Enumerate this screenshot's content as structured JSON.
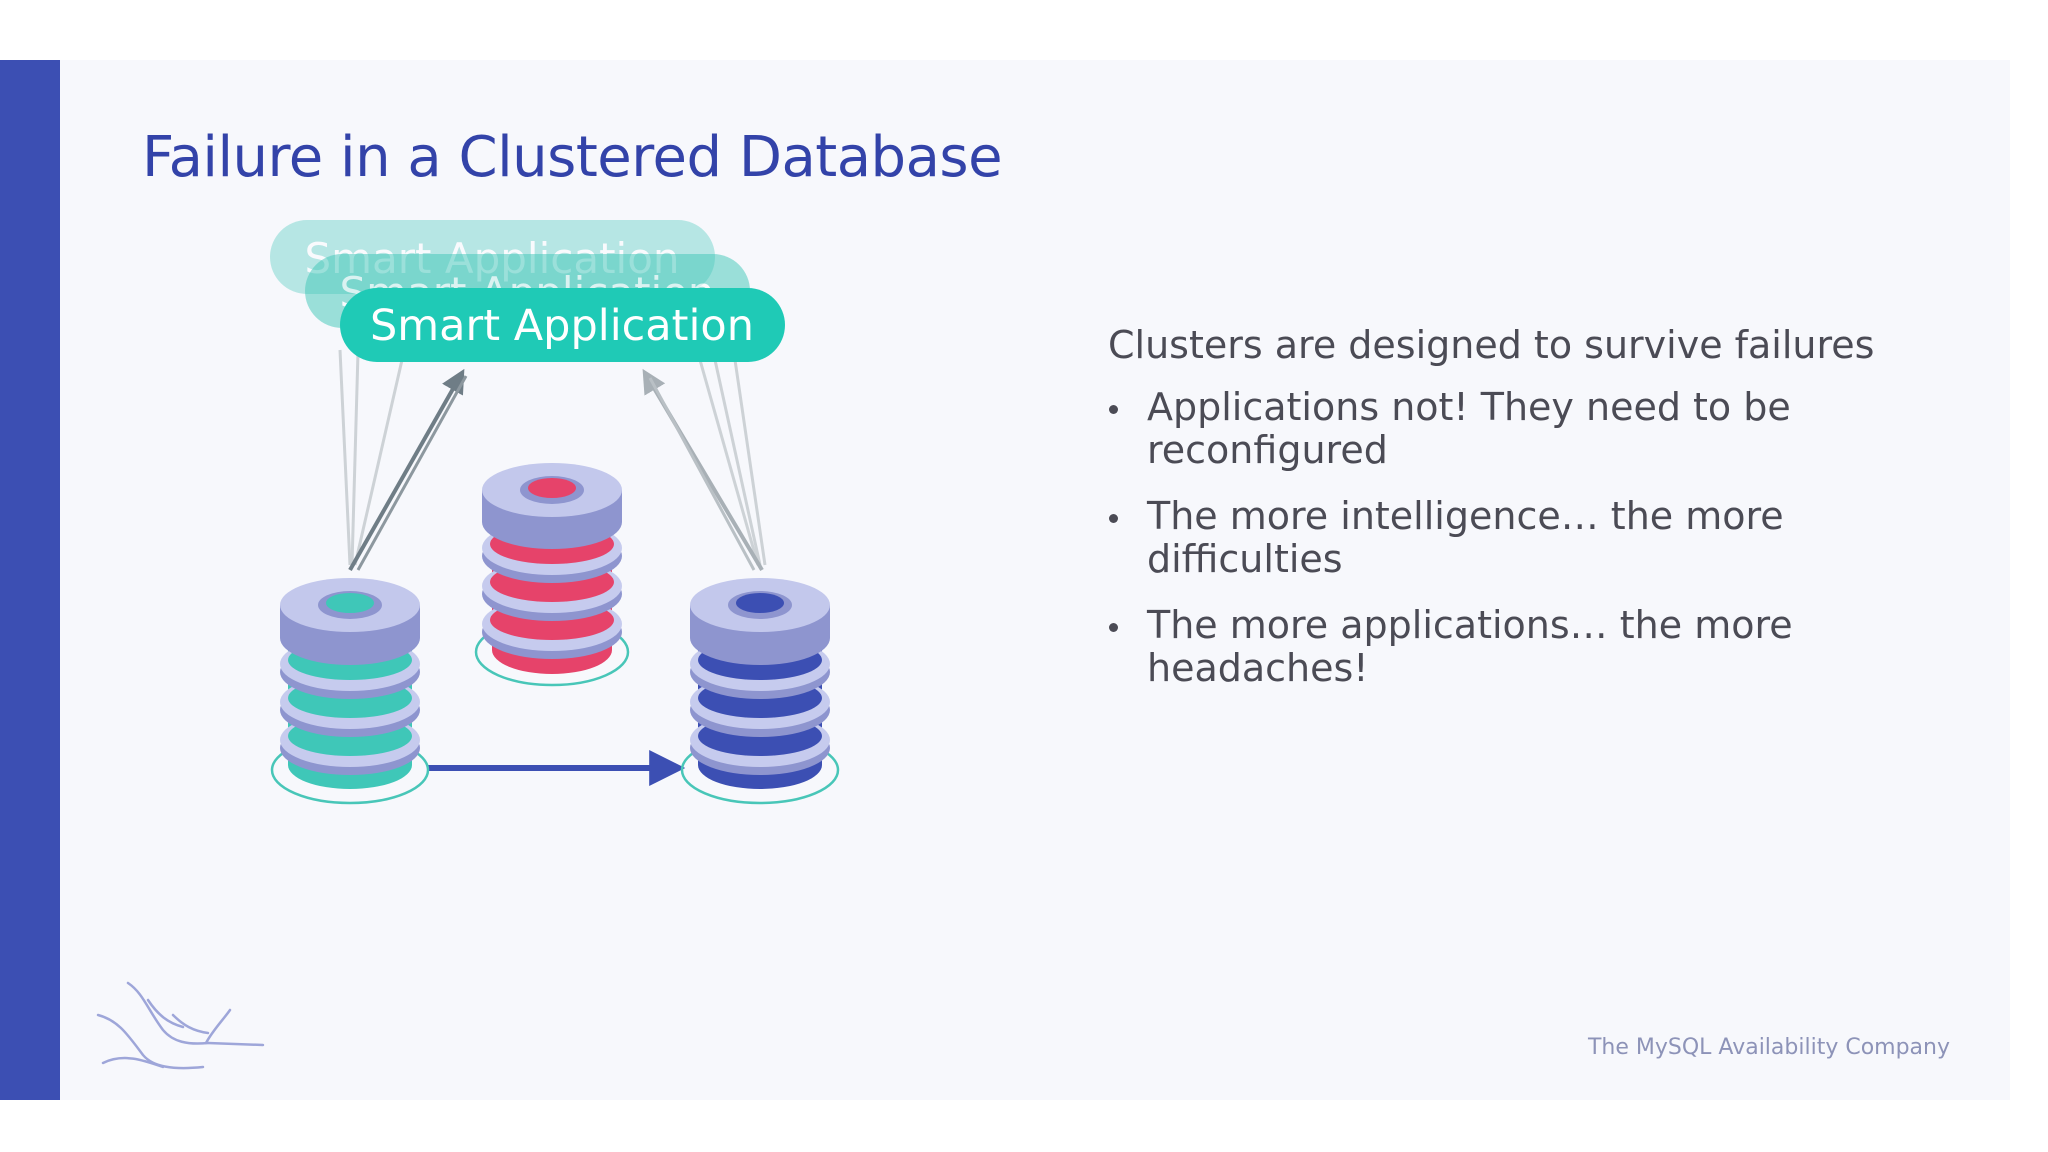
{
  "slide": {
    "title": "Failure in a Clustered Database",
    "lead": "Clusters are designed to survive failures",
    "bullets": [
      "Applications not! They need to be reconfigured",
      "The more intelligence… the more difficulties",
      "The more applications… the more headaches!"
    ],
    "footer": "The MySQL Availability Company"
  },
  "diagram": {
    "app_label": "Smart Application",
    "apps": [
      {
        "label": "Smart Application",
        "state": "faded-back"
      },
      {
        "label": "Smart Application",
        "state": "faded-middle"
      },
      {
        "label": "Smart Application",
        "state": "front"
      }
    ],
    "nodes": [
      {
        "role": "left-db",
        "color": "#3fc7b8",
        "status": "active"
      },
      {
        "role": "failed-db",
        "color": "#e6436a",
        "status": "failed"
      },
      {
        "role": "right-db",
        "color": "#3c4fb3",
        "status": "replica"
      }
    ]
  },
  "colors": {
    "accent": "#3c4fb3",
    "teal": "#3fc7b8",
    "pink": "#e6436a",
    "navy": "#3c4fb3",
    "disk": "#b7bce3"
  },
  "icons": {
    "logo": "swans-logo-icon"
  }
}
